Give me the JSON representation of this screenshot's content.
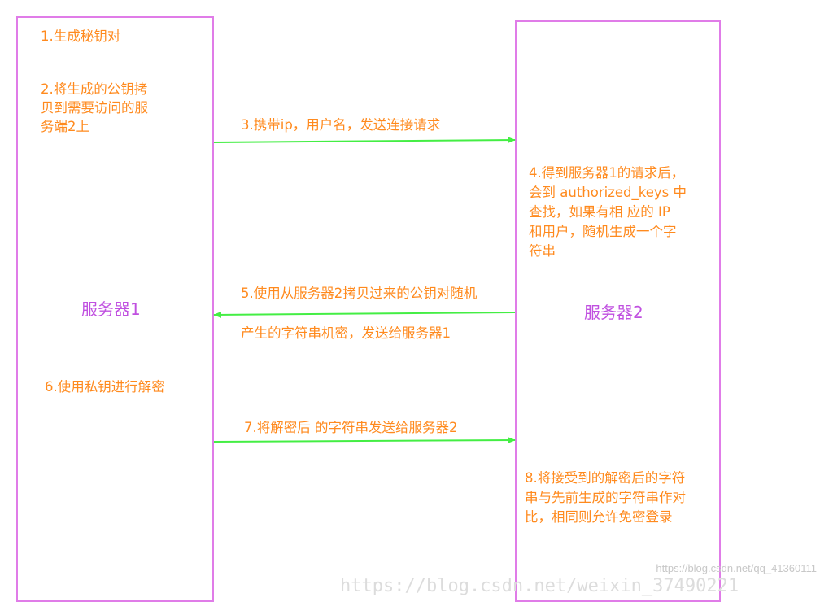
{
  "steps": {
    "step1": [
      "1.生成秘钥对"
    ],
    "step2": [
      "2.将生成的公钥拷",
      "贝到需要访问的服",
      "务端2上"
    ],
    "step3": [
      "3.携带ip，用户名，发送连接请求"
    ],
    "step4": [
      "4.得到服务器1的请求后，",
      "会到 authorized_keys 中",
      "查找，如果有相 应的 IP",
      "和用户，随机生成一个字",
      "符串"
    ],
    "step5": [
      "5.使用从服务器2拷贝过来的公钥对随机",
      "产生的字符串机密，发送给服务器1"
    ],
    "step6": [
      "6.使用私钥进行解密"
    ],
    "step7": [
      "7.将解密后 的字符串发送给服务器2"
    ],
    "step8": [
      "8.将接受到的解密后的字符",
      "串与先前生成的字符串作对",
      "比，相同则允许免密登录"
    ]
  },
  "servers": {
    "server1": "服务器1",
    "server2": "服务器2"
  },
  "watermarks": {
    "blog": "https://blog.csdn.net/qq_41360111",
    "overlay": "https://blog.csdn.net/weixin_37490221"
  },
  "colors": {
    "box_border": "#e07ce8",
    "step_text": "#ff8a1e",
    "server_text": "#c050e0",
    "arrow": "#44ee44"
  }
}
